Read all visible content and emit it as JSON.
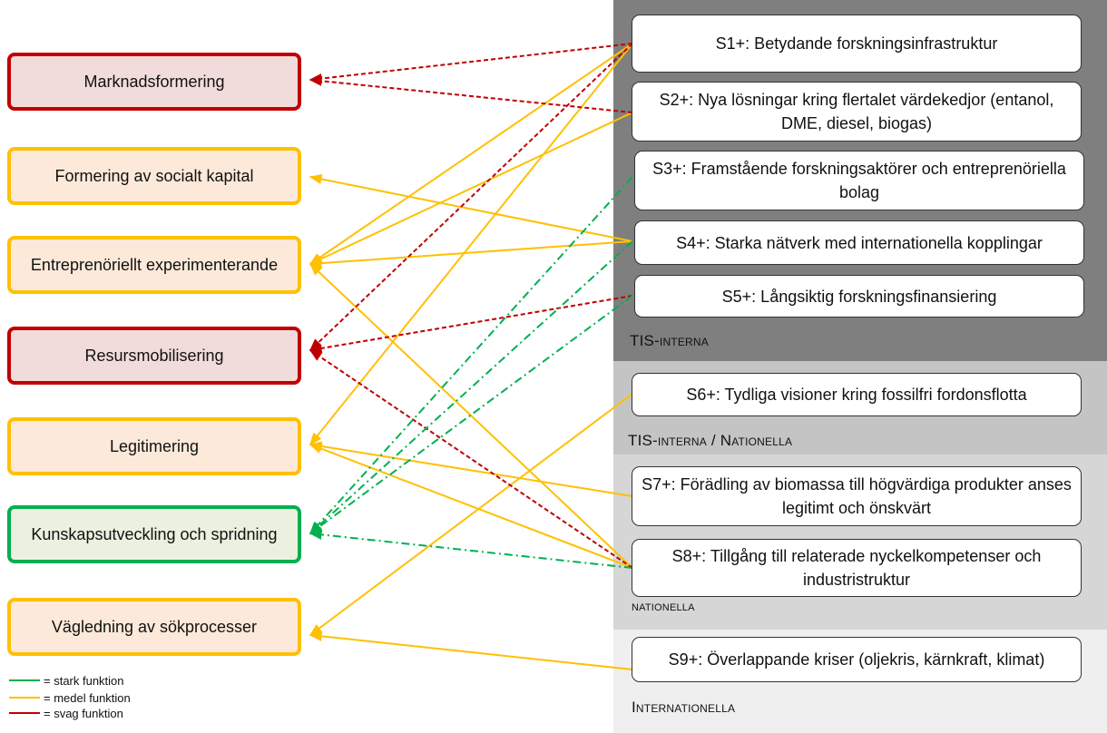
{
  "colors": {
    "strong": "#00b050",
    "medium": "#ffc000",
    "weak": "#c00000"
  },
  "functions": [
    {
      "id": "F1",
      "label": "Marknadsformering",
      "strength": "weak"
    },
    {
      "id": "F2",
      "label": "Formering av socialt kapital",
      "strength": "medium"
    },
    {
      "id": "F3",
      "label": "Entreprenöriellt experimenterande",
      "strength": "medium"
    },
    {
      "id": "F4",
      "label": "Resursmobilisering",
      "strength": "weak"
    },
    {
      "id": "F5",
      "label": "Legitimering",
      "strength": "medium"
    },
    {
      "id": "F6",
      "label": "Kunskapsutveckling och spridning",
      "strength": "strong"
    },
    {
      "id": "F7",
      "label": "Vägledning av sökprocesser",
      "strength": "medium"
    }
  ],
  "factors": [
    {
      "id": "S1",
      "label": "S1+:  Betydande forskningsinfrastruktur"
    },
    {
      "id": "S2",
      "label": "S2+: Nya lösningar kring flertalet värdekedjor (entanol, DME, diesel, biogas)"
    },
    {
      "id": "S3",
      "label": "S3+: Framstående forskningsaktörer och entreprenöriella bolag"
    },
    {
      "id": "S4",
      "label": "S4+: Starka nätverk med internationella kopplingar"
    },
    {
      "id": "S5",
      "label": "S5+: Långsiktig forskningsfinansiering"
    },
    {
      "id": "S6",
      "label": "S6+: Tydliga visioner kring fossilfri fordonsflotta"
    },
    {
      "id": "S7",
      "label": "S7+: Förädling av biomassa till högvärdiga produkter anses legitimt och önskvärt"
    },
    {
      "id": "S8",
      "label": "S8+: Tillgång till relaterade nyckelkompetenser och industristruktur"
    },
    {
      "id": "S9",
      "label": "S9+: Överlappande kriser (oljekris, kärnkraft, klimat)"
    }
  ],
  "sections": {
    "internal": "TIS-interna",
    "mixed": "TIS-interna / Nationella",
    "national": "nationella",
    "international": "Internationella"
  },
  "links": [
    {
      "from": "S1",
      "to": "F1",
      "strength": "weak"
    },
    {
      "from": "S2",
      "to": "F1",
      "strength": "weak"
    },
    {
      "from": "S1",
      "to": "F4",
      "strength": "weak"
    },
    {
      "from": "S5",
      "to": "F4",
      "strength": "weak"
    },
    {
      "from": "S8",
      "to": "F4",
      "strength": "weak"
    },
    {
      "from": "S4",
      "to": "F2",
      "strength": "medium"
    },
    {
      "from": "S1",
      "to": "F3",
      "strength": "medium"
    },
    {
      "from": "S2",
      "to": "F3",
      "strength": "medium"
    },
    {
      "from": "S4",
      "to": "F3",
      "strength": "medium"
    },
    {
      "from": "S8",
      "to": "F3",
      "strength": "medium"
    },
    {
      "from": "S1",
      "to": "F5",
      "strength": "medium"
    },
    {
      "from": "S7",
      "to": "F5",
      "strength": "medium"
    },
    {
      "from": "S8",
      "to": "F5",
      "strength": "medium"
    },
    {
      "from": "S6",
      "to": "F7",
      "strength": "medium"
    },
    {
      "from": "S9",
      "to": "F7",
      "strength": "medium"
    },
    {
      "from": "S3",
      "to": "F6",
      "strength": "strong"
    },
    {
      "from": "S4",
      "to": "F6",
      "strength": "strong"
    },
    {
      "from": "S5",
      "to": "F6",
      "strength": "strong"
    },
    {
      "from": "S8",
      "to": "F6",
      "strength": "strong"
    }
  ],
  "legend": [
    {
      "strength": "strong",
      "label": "= stark funktion"
    },
    {
      "strength": "medium",
      "label": "= medel funktion"
    },
    {
      "strength": "weak",
      "label": "= svag funktion"
    }
  ]
}
